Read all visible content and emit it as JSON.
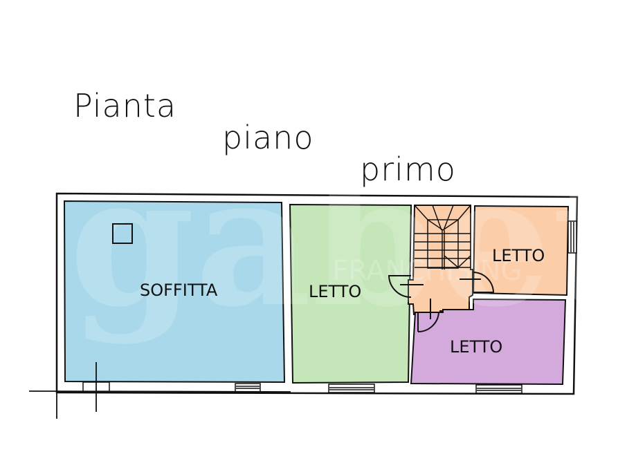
{
  "title": {
    "word1": "Pianta",
    "word2": "piano",
    "word3": "primo"
  },
  "rooms": [
    {
      "id": "soffitta",
      "label": "SOFFITTA",
      "color": "#a8d8ea"
    },
    {
      "id": "letto-1",
      "label": "LETTO",
      "color": "#c4e6b8"
    },
    {
      "id": "disimpegno-scala",
      "label": "",
      "color": "#fbcda9"
    },
    {
      "id": "letto-2",
      "label": "LETTO",
      "color": "#fbcda9"
    },
    {
      "id": "letto-3",
      "label": "LETTO",
      "color": "#d4a9dc"
    }
  ],
  "watermark": {
    "brand": "gabetti",
    "sub": "FRANCHISING"
  },
  "colors": {
    "wall": "#111111",
    "background": "#ffffff"
  }
}
